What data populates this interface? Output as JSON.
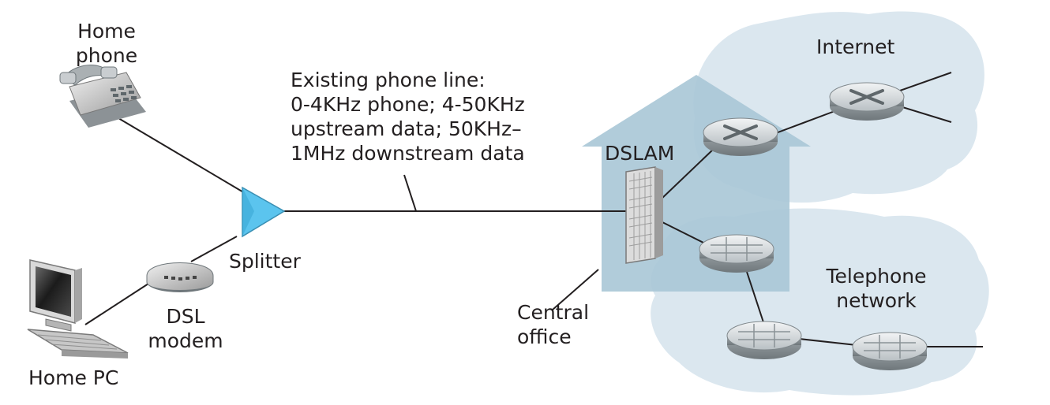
{
  "labels": {
    "home_phone_1": "Home",
    "home_phone_2": "phone",
    "phone_line_1": "Existing phone line:",
    "phone_line_2": "0-4KHz phone; 4-50KHz",
    "phone_line_3": "upstream data; 50KHz–",
    "phone_line_4": "1MHz downstream data",
    "dslam": "DSLAM",
    "internet": "Internet",
    "splitter": "Splitter",
    "dsl_modem_1": "DSL",
    "dsl_modem_2": "modem",
    "central_office_1": "Central",
    "central_office_2": "office",
    "telephone_network_1": "Telephone",
    "telephone_network_2": "network",
    "home_pc": "Home PC"
  },
  "colors": {
    "cloud": "#dbe7ef",
    "central_office": "#a9c6d6",
    "splitter": "#5bc4ee",
    "line": "#231f20"
  }
}
